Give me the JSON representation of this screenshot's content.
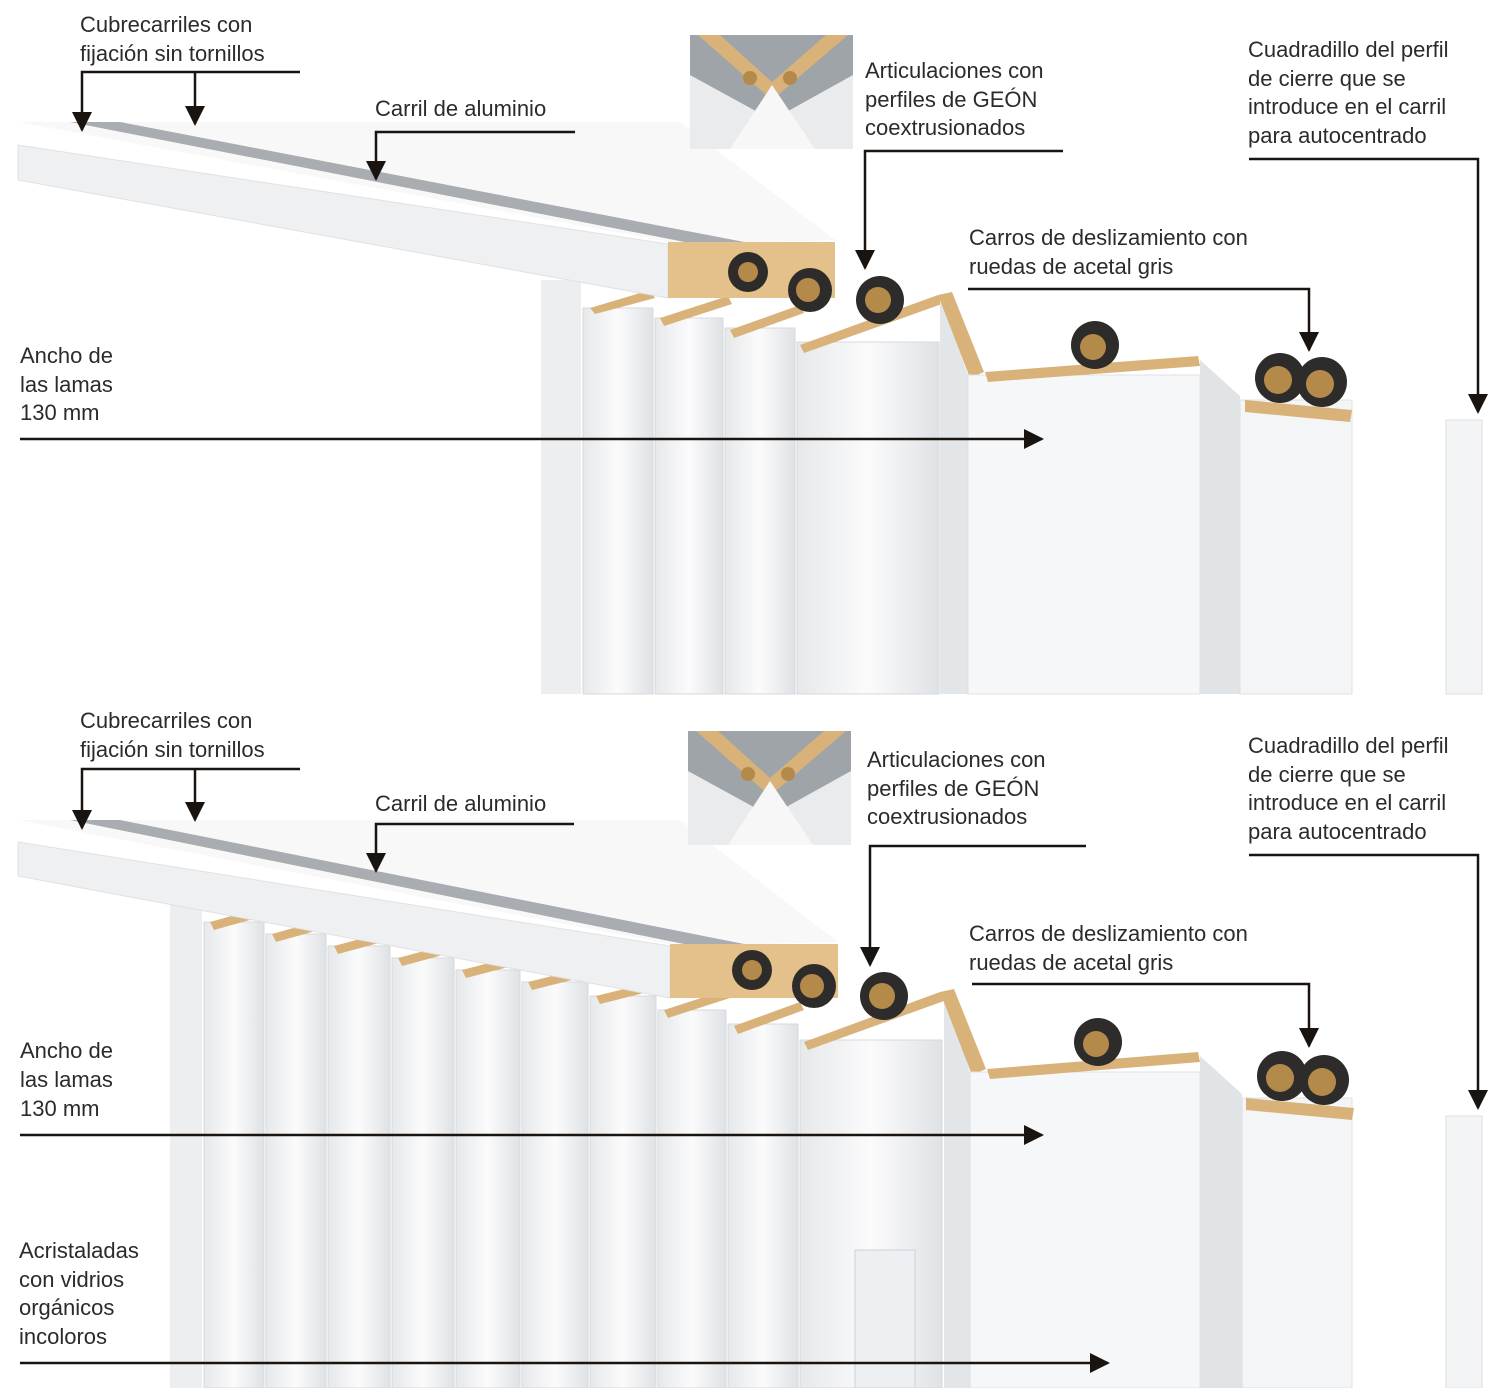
{
  "top": {
    "cubrecarriles": [
      "Cubrecarriles con",
      "fijación sin tornillos"
    ],
    "carril": [
      "Carril de aluminio"
    ],
    "articulaciones": [
      "Articulaciones con",
      "perfiles de GEÓN",
      "coextrusionados"
    ],
    "cuadradillo": [
      "Cuadradillo del perfil",
      "de cierre que se",
      "introduce en el carril",
      "para autocentrado"
    ],
    "carros": [
      "Carros de deslizamiento con",
      "ruedas de acetal gris"
    ],
    "ancho": [
      "Ancho de",
      "las lamas",
      "130 mm"
    ]
  },
  "bottom": {
    "cubrecarriles": [
      "Cubrecarriles con",
      "fijación sin tornillos"
    ],
    "carril": [
      "Carril de aluminio"
    ],
    "articulaciones": [
      "Articulaciones con",
      "perfiles de GEÓN",
      "coextrusionados"
    ],
    "cuadradillo": [
      "Cuadradillo del perfil",
      "de cierre que se",
      "introduce en el carril",
      "para autocentrado"
    ],
    "carros": [
      "Carros de deslizamiento con",
      "ruedas de acetal gris"
    ],
    "ancho": [
      "Ancho de",
      "las lamas",
      "130 mm"
    ],
    "acristaladas": [
      "Acristaladas",
      "con vidrios",
      "orgánicos",
      "incoloros"
    ]
  },
  "colors": {
    "text": "#2b2b2b",
    "leader": "#1a1411",
    "panel": "#f4f5f6",
    "panel_shadow": "#d9dcdf",
    "rail_top": "#a9adb1",
    "wood_edge": "#d9b27a",
    "wheel_dark": "#2e2c2a",
    "wheel_brass": "#b48a4a"
  }
}
